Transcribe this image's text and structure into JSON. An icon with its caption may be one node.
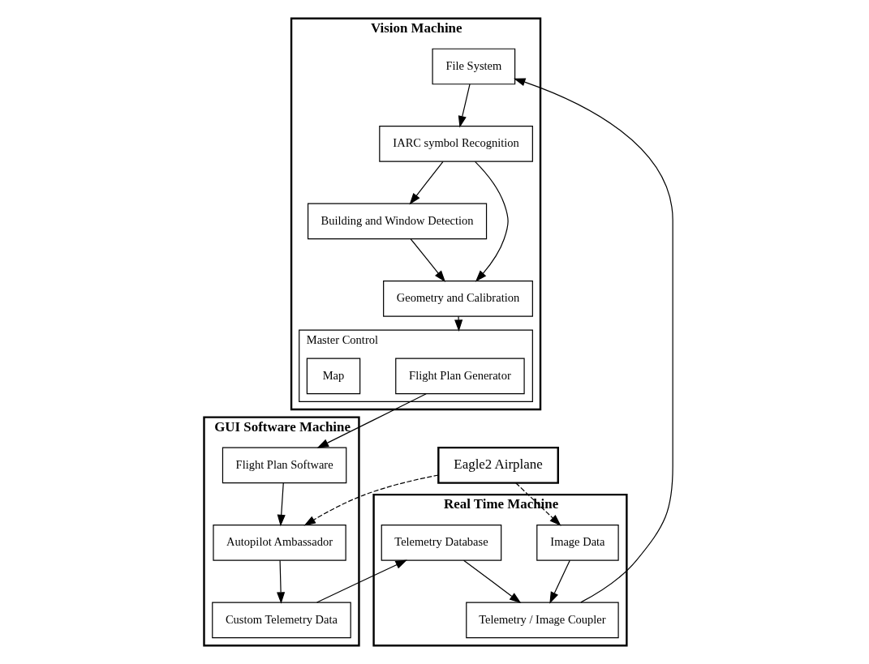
{
  "diagram": {
    "nodes": [
      {
        "text": [
          "Eagle2 Airplane"
        ]
      },
      {
        "text": [
          "GUI Software Machine"
        ]
      },
      {
        "text": [
          "Autopilot Ambassador"
        ],
        "in": 1
      },
      {
        "text": [
          "Flight Plan Software"
        ],
        "in": 1
      },
      {
        "text": [
          "Custom Telemetry Data"
        ],
        "in": 1
      },
      {
        "text": [
          "Real Time Machine"
        ]
      },
      {
        "text": [
          "Image Data"
        ],
        "in": 5
      },
      {
        "text": [
          "Telemetry / Image Coupler"
        ],
        "in": 5
      },
      {
        "text": [
          "Telemetry Database"
        ],
        "in": 5
      },
      {
        "text": [
          "Vision Machine"
        ]
      },
      {
        "text": [
          "Building and Window Detection"
        ],
        "in": 9
      },
      {
        "text": [
          "IARC symbol Recognition"
        ],
        "in": 9
      },
      {
        "text": [
          "File System"
        ],
        "in": 9
      },
      {
        "text": [
          "Geometry and Calibration"
        ],
        "in": 9
      },
      {
        "text": [
          "Master Control"
        ],
        "in": 9
      },
      {
        "text": [
          "Flight Plan Generator"
        ],
        "in": 14
      },
      {
        "text": [
          "Map"
        ],
        "in": 14
      }
    ],
    "edges": [
      {
        "from": 0,
        "to": 2,
        "arrow": "to",
        "style": "dashed"
      },
      {
        "from": 0,
        "to": 6,
        "arrow": "to",
        "style": "dashed"
      },
      {
        "from": 6,
        "to": 7,
        "arrow": "to"
      },
      {
        "from": 8,
        "to": 7,
        "arrow": "to"
      },
      {
        "from": 2,
        "to": 4,
        "arrow": "to"
      },
      {
        "from": 3,
        "to": 2,
        "arrow": "to"
      },
      {
        "from": 4,
        "to": 8,
        "arrow": "to"
      },
      {
        "from": 7,
        "to": 12,
        "arrow": "to"
      },
      {
        "from": 12,
        "to": 11,
        "arrow": "to"
      },
      {
        "from": 11,
        "to": 10,
        "arrow": "to"
      },
      {
        "from": 11,
        "to": 13,
        "arrow": "to"
      },
      {
        "from": 10,
        "to": 13,
        "arrow": "to"
      },
      {
        "from": 13,
        "to": 14,
        "arrow": "to"
      },
      {
        "from": 15,
        "to": 3,
        "arrow": "to"
      }
    ]
  }
}
